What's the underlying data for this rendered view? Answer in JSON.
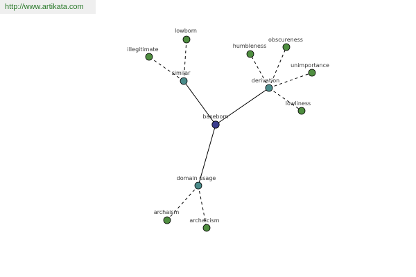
{
  "watermark": {
    "text": "http://www.artikata.com"
  },
  "colors": {
    "root": "#3b3d8e",
    "category": "#4a8b8a",
    "leaf": "#4f8e40",
    "edge": "#000000"
  },
  "nodes": [
    {
      "id": "baseborn",
      "label": "baseborn",
      "kind": "root"
    },
    {
      "id": "similar",
      "label": "similar",
      "kind": "category"
    },
    {
      "id": "derivation",
      "label": "derivation",
      "kind": "category"
    },
    {
      "id": "domain_usage",
      "label": "domain usage",
      "kind": "category"
    },
    {
      "id": "lowborn",
      "label": "lowborn",
      "kind": "leaf"
    },
    {
      "id": "illegitimate",
      "label": "illegitimate",
      "kind": "leaf"
    },
    {
      "id": "humbleness",
      "label": "humbleness",
      "kind": "leaf"
    },
    {
      "id": "obscureness",
      "label": "obscureness",
      "kind": "leaf"
    },
    {
      "id": "unimportance",
      "label": "unimportance",
      "kind": "leaf"
    },
    {
      "id": "lowliness",
      "label": "lowliness",
      "kind": "leaf"
    },
    {
      "id": "archaism",
      "label": "archaism",
      "kind": "leaf"
    },
    {
      "id": "archaicism",
      "label": "archaicism",
      "kind": "leaf"
    }
  ],
  "edges": [
    {
      "from": "baseborn",
      "to": "similar",
      "style": "solid"
    },
    {
      "from": "baseborn",
      "to": "derivation",
      "style": "solid"
    },
    {
      "from": "baseborn",
      "to": "domain_usage",
      "style": "solid"
    },
    {
      "from": "similar",
      "to": "lowborn",
      "style": "dashed"
    },
    {
      "from": "similar",
      "to": "illegitimate",
      "style": "dashed"
    },
    {
      "from": "derivation",
      "to": "humbleness",
      "style": "dashed"
    },
    {
      "from": "derivation",
      "to": "obscureness",
      "style": "dashed"
    },
    {
      "from": "derivation",
      "to": "unimportance",
      "style": "dashed"
    },
    {
      "from": "derivation",
      "to": "lowliness",
      "style": "dashed"
    },
    {
      "from": "domain_usage",
      "to": "archaism",
      "style": "dashed"
    },
    {
      "from": "domain_usage",
      "to": "archaicism",
      "style": "dashed"
    }
  ]
}
